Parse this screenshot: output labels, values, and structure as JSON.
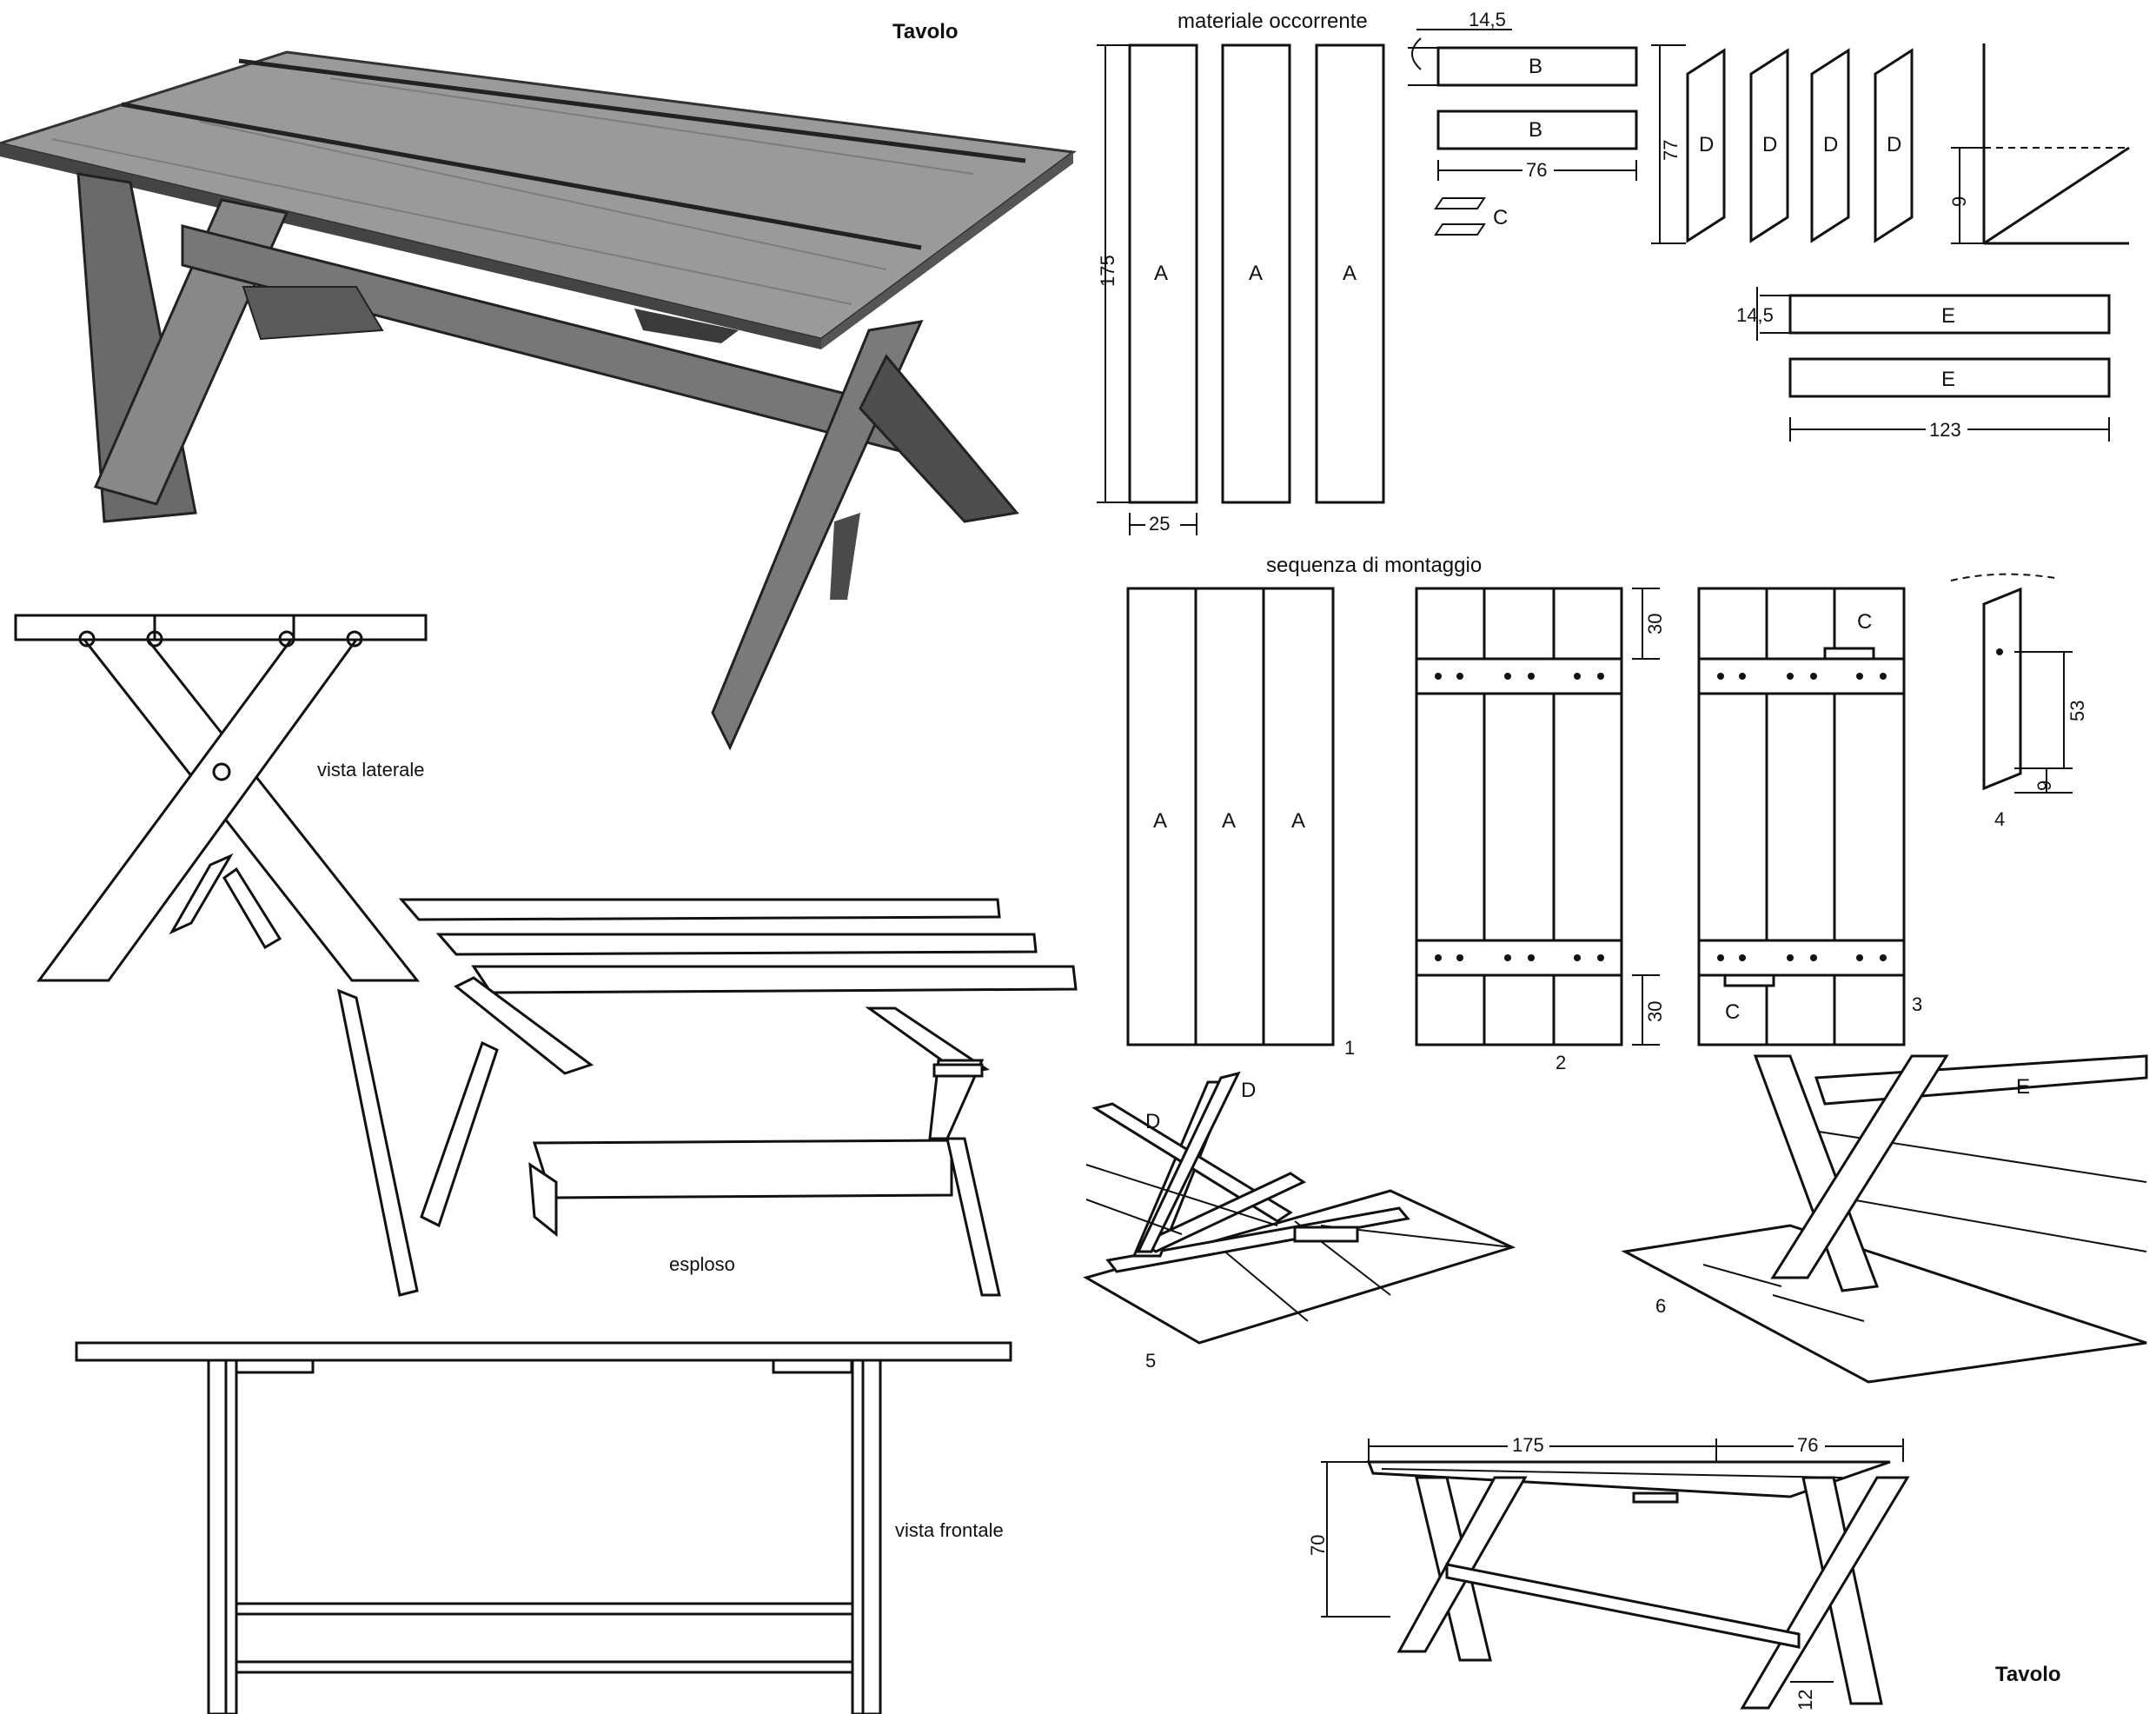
{
  "titles": {
    "top": "Tavolo",
    "bottom": "Tavolo"
  },
  "captions": {
    "materials": "materiale occorrente",
    "sequence": "sequenza di montaggio",
    "side_view": "vista laterale",
    "exploded": "esploso",
    "front_view": "vista frontale"
  },
  "parts": {
    "a": "A",
    "b": "B",
    "c": "C",
    "d": "D",
    "e": "E"
  },
  "dimensions": {
    "board_a_length": "175",
    "board_a_width": "25",
    "board_b_width": "14,5",
    "board_b_length": "76",
    "board_d_length": "77",
    "cut_depth": "9",
    "board_e_width": "14,5",
    "board_e_length": "123",
    "crossbar_offset_top": "30",
    "crossbar_offset_bottom": "30",
    "leg_hole_offset": "53",
    "leg_end_offset": "9",
    "overall_length": "175",
    "overall_width": "76",
    "overall_height": "70",
    "brace_offset": "12"
  },
  "steps": [
    "1",
    "2",
    "3",
    "4",
    "5",
    "6"
  ]
}
